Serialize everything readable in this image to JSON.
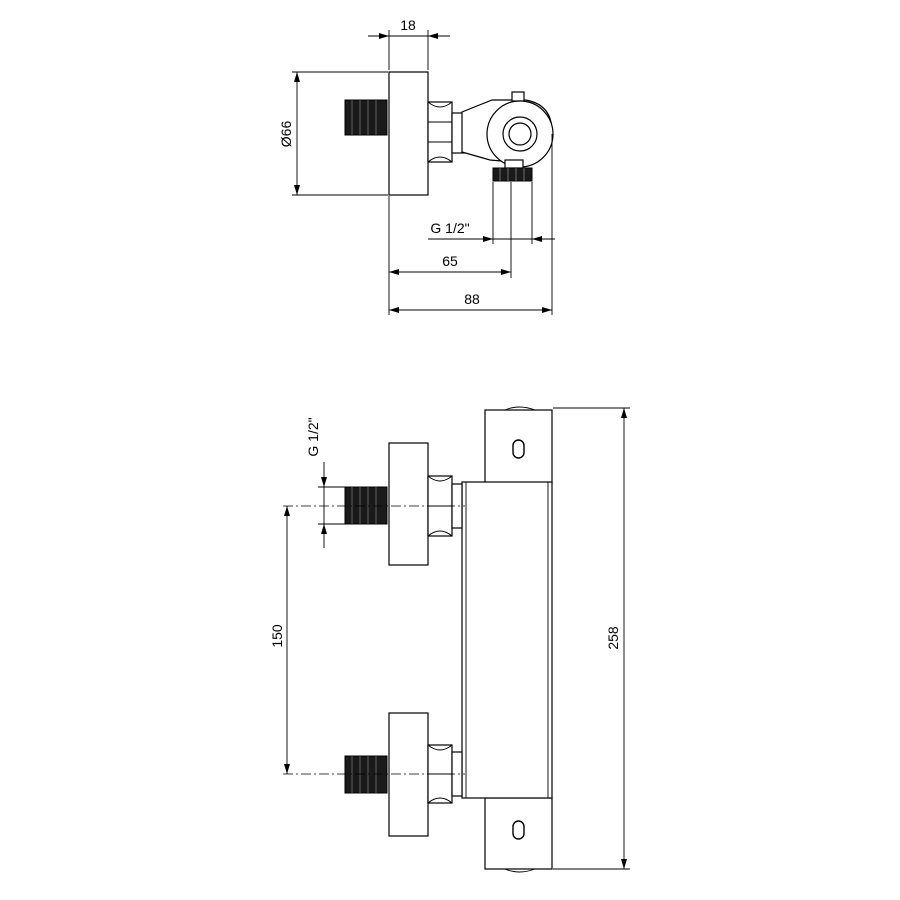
{
  "dimensions": {
    "top_width_18": "18",
    "diameter_66": "Ø66",
    "thread_top": "G 1/2\"",
    "depth_65": "65",
    "depth_88": "88",
    "thread_front": "G 1/2\"",
    "spacing_150": "150",
    "height_258": "258"
  }
}
